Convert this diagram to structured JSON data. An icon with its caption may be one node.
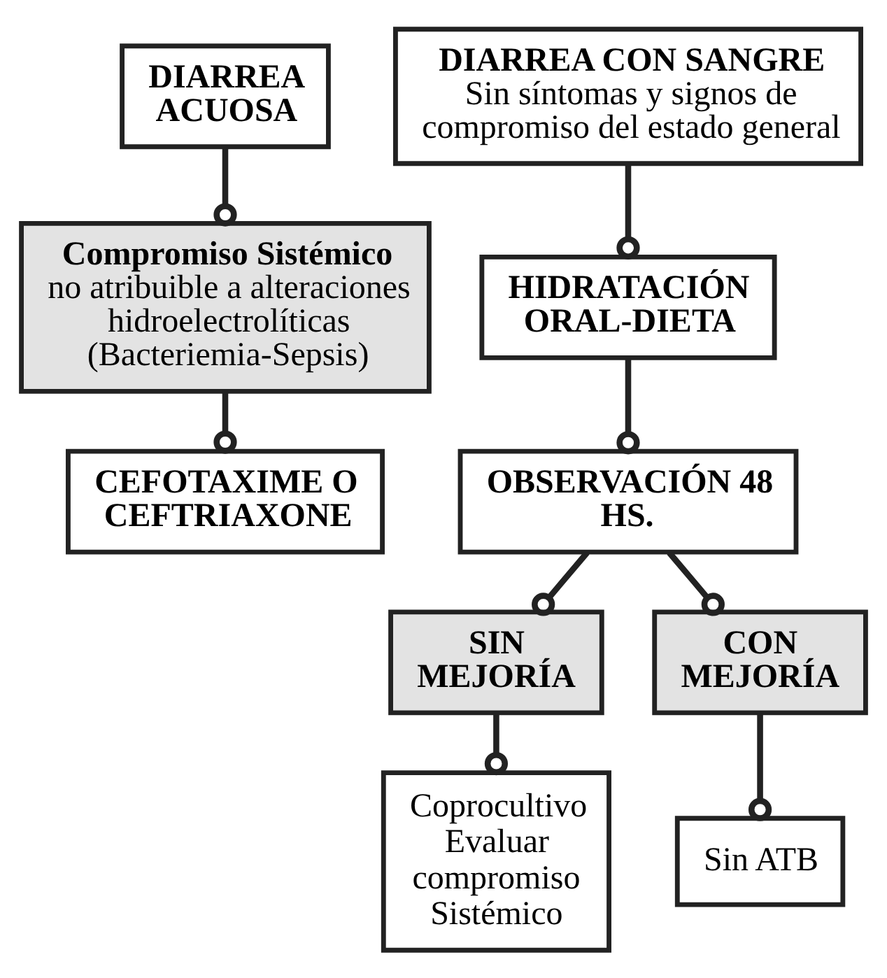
{
  "diagram": {
    "nodes": [
      {
        "text": [
          "DIARREA ACUOSA"
        ]
      },
      {
        "text": [
          "Compromiso Sistémico",
          "no atribuible a alteraciones hidroelectrolíticas (Bacteriemia-Sepsis)"
        ]
      },
      {
        "text": [
          "CEFOTAXIME O CEFTRIAXONE"
        ]
      },
      {
        "text": [
          "DIARREA CON SANGRE",
          "Sin síntomas y signos de compromiso del estado general"
        ]
      },
      {
        "text": [
          "HIDRATACIÓN ORAL-DIETA"
        ]
      },
      {
        "text": [
          "OBSERVACIÓN 48 HS."
        ]
      },
      {
        "text": [
          "SIN MEJORÍA"
        ]
      },
      {
        "text": [
          "CON MEJORÍA"
        ]
      },
      {
        "text": [
          "Coprocultivo Evaluar compromiso Sistémico"
        ]
      },
      {
        "text": [
          "Sin ATB"
        ]
      }
    ],
    "edges": [
      {
        "from": 0,
        "to": 1,
        "arrow": "other"
      },
      {
        "from": 1,
        "to": 2,
        "arrow": "other"
      },
      {
        "from": 3,
        "to": 4,
        "arrow": "other"
      },
      {
        "from": 4,
        "to": 5,
        "arrow": "other"
      },
      {
        "from": 5,
        "to": 6,
        "arrow": "other"
      },
      {
        "from": 5,
        "to": 7,
        "arrow": "other"
      },
      {
        "from": 6,
        "to": 8,
        "arrow": "other"
      },
      {
        "from": 7,
        "to": 9,
        "arrow": "other"
      }
    ]
  }
}
